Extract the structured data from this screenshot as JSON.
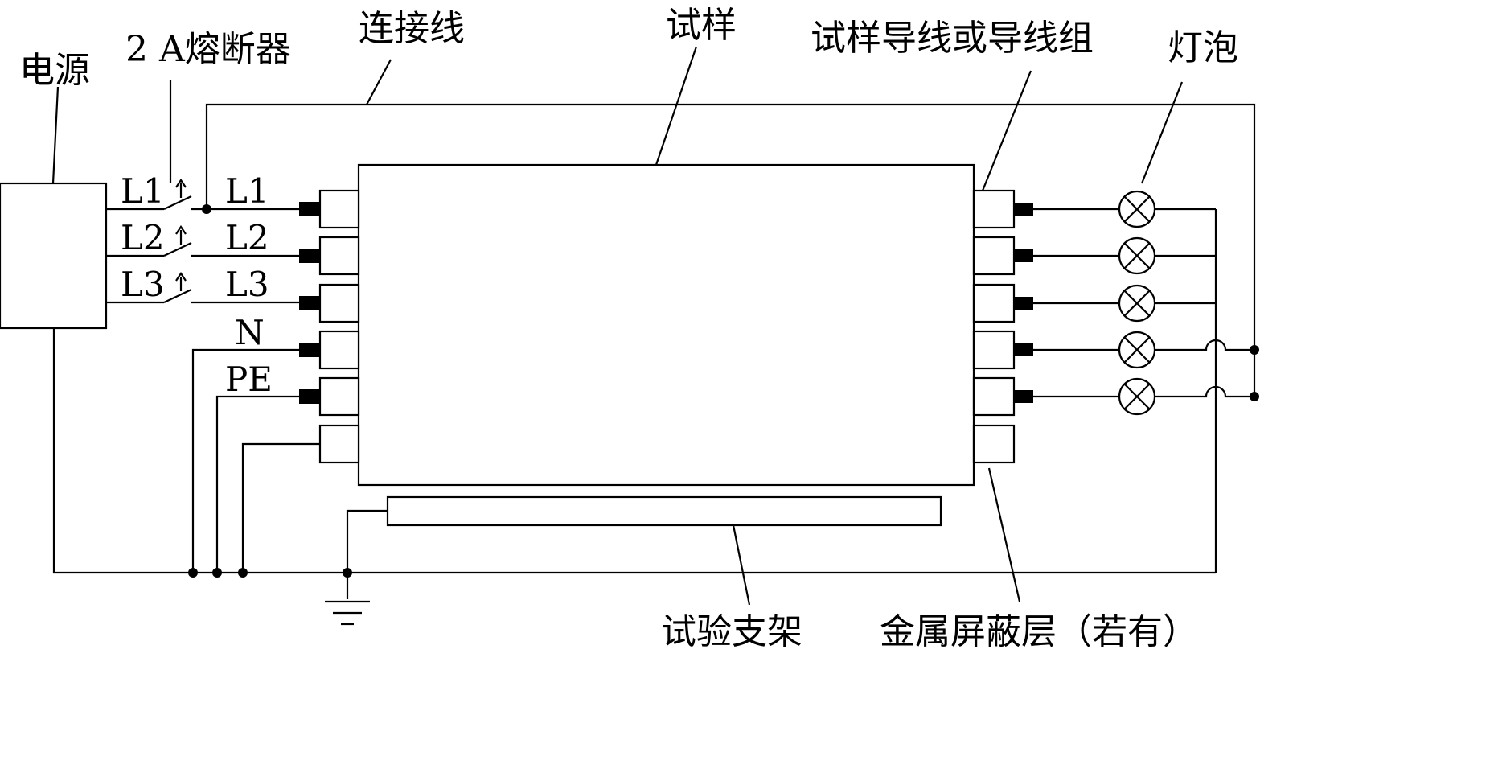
{
  "labels": {
    "power_supply": "电源",
    "fuse": "2 A熔断器",
    "connecting_wire": "连接线",
    "sample": "试样",
    "sample_leads": "试样导线或导线组",
    "lamp": "灯泡",
    "test_support": "试验支架",
    "metal_shield": "金属屏蔽层（若有）"
  },
  "terminals": {
    "left_side": [
      "L1",
      "L2",
      "L3"
    ],
    "right_side": [
      "L1",
      "L2",
      "L3",
      "N",
      "PE"
    ]
  }
}
